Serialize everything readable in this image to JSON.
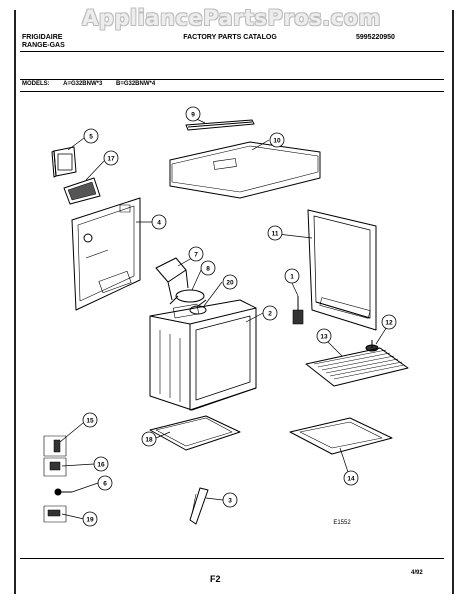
{
  "watermark": "AppliancePartsPros.com",
  "header": {
    "brand_line1": "FRIGIDAIRE",
    "brand_line2": "RANGE-GAS",
    "catalog_title": "FACTORY PARTS CATALOG",
    "catalog_number": "5995220950"
  },
  "models": {
    "label": "MODELS:",
    "a": "A=G32BNW*3",
    "b": "B=G32BNW*4"
  },
  "callouts": [
    "1",
    "2",
    "3",
    "4",
    "5",
    "6",
    "7",
    "8",
    "9",
    "10",
    "11",
    "12",
    "13",
    "14",
    "15",
    "16",
    "17",
    "18",
    "19",
    "20"
  ],
  "figure_id": "E1552",
  "page_label": "F2",
  "date": "4/92"
}
